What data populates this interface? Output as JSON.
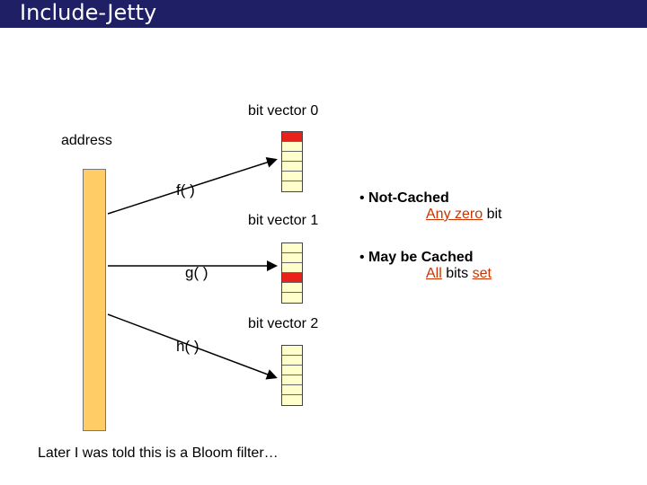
{
  "header": {
    "title": "Include-Jetty"
  },
  "diagram": {
    "address_label": "address",
    "vectors": [
      {
        "label": "bit vector 0",
        "bits": [
          1,
          0,
          0,
          0,
          0,
          0
        ]
      },
      {
        "label": "bit vector 1",
        "bits": [
          0,
          0,
          0,
          1,
          0,
          0
        ]
      },
      {
        "label": "bit vector 2",
        "bits": [
          0,
          0,
          0,
          0,
          0,
          0
        ]
      }
    ],
    "hash_functions": [
      "f( )",
      "g( )",
      "h( )"
    ],
    "colors": {
      "bit_set": "#e8221a",
      "bit_clear": "#ffffcc",
      "address": "#ffcc66"
    }
  },
  "bullets": [
    {
      "heading": "Not-Cached",
      "sub": {
        "a": "Any zero",
        "b": " bit"
      }
    },
    {
      "heading": "May be Cached",
      "sub": {
        "a": "All",
        "mid": " bits ",
        "b": "set"
      }
    }
  ],
  "note": "Later I was told this is a Bloom filter…"
}
